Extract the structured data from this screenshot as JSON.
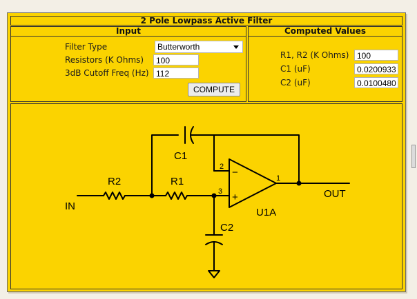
{
  "title": "2 Pole Lowpass Active Filter",
  "input": {
    "heading": "Input",
    "filter_type_label": "Filter Type",
    "filter_type_value": "Butterworth",
    "resistors_label": "Resistors (K Ohms)",
    "resistors_value": "100",
    "cutoff_label": "3dB Cutoff Freq (Hz)",
    "cutoff_value": "112",
    "compute_label": "COMPUTE"
  },
  "computed": {
    "heading": "Computed Values",
    "r_label": "R1, R2 (K Ohms)",
    "r_value": "100",
    "c1_label": "C1 (uF)",
    "c1_value": "0.0200933",
    "c2_label": "C2 (uF)",
    "c2_value": "0.0100480"
  },
  "schematic": {
    "in_label": "IN",
    "out_label": "OUT",
    "r1_label": "R1",
    "r2_label": "R2",
    "c1_label": "C1",
    "c2_label": "C2",
    "opamp_label": "U1A",
    "pin_inverting": "2",
    "pin_noninverting": "3",
    "pin_output": "1",
    "minus_sign": "−",
    "plus_sign": "+"
  }
}
